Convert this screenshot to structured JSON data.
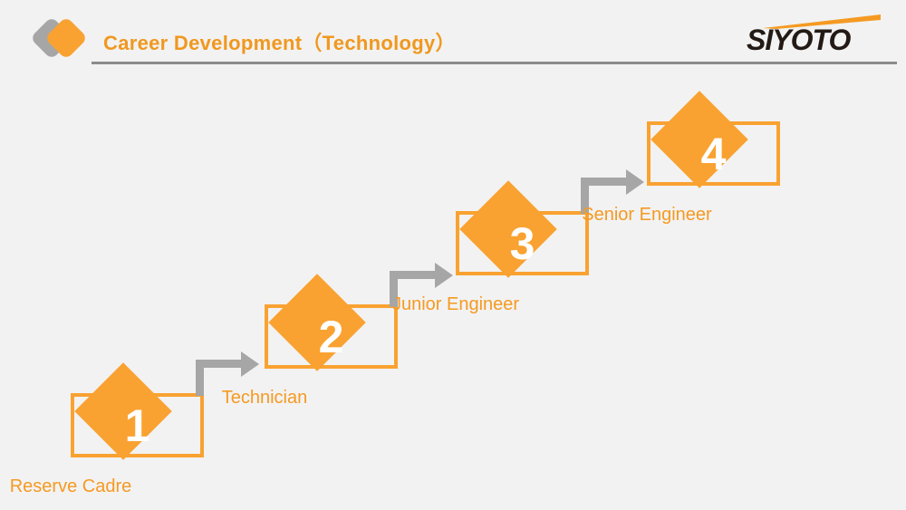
{
  "slide": {
    "background_color": "#f2f2f2",
    "accent_color": "#f9a231",
    "connector_color": "#a6a6a6"
  },
  "header": {
    "title": "Career Development（Technology）",
    "logo_mark_icon": "double-diamond-icon",
    "rule_color": "#8c8c8c"
  },
  "brand": {
    "wordmark": "SIYOTO",
    "swoosh_icon": "swoosh-icon",
    "wordmark_color": "#231a16",
    "swoosh_color": "#f59a22"
  },
  "flow": {
    "steps": [
      {
        "number": "1",
        "label": "Reserve Cadre"
      },
      {
        "number": "2",
        "label": "Technician"
      },
      {
        "number": "3",
        "label": "Junior Engineer"
      },
      {
        "number": "4",
        "label": "Senior Engineer"
      }
    ],
    "connectors": [
      {
        "name": "arrow-step-1-to-2"
      },
      {
        "name": "arrow-step-2-to-3"
      },
      {
        "name": "arrow-step-3-to-4"
      }
    ]
  }
}
